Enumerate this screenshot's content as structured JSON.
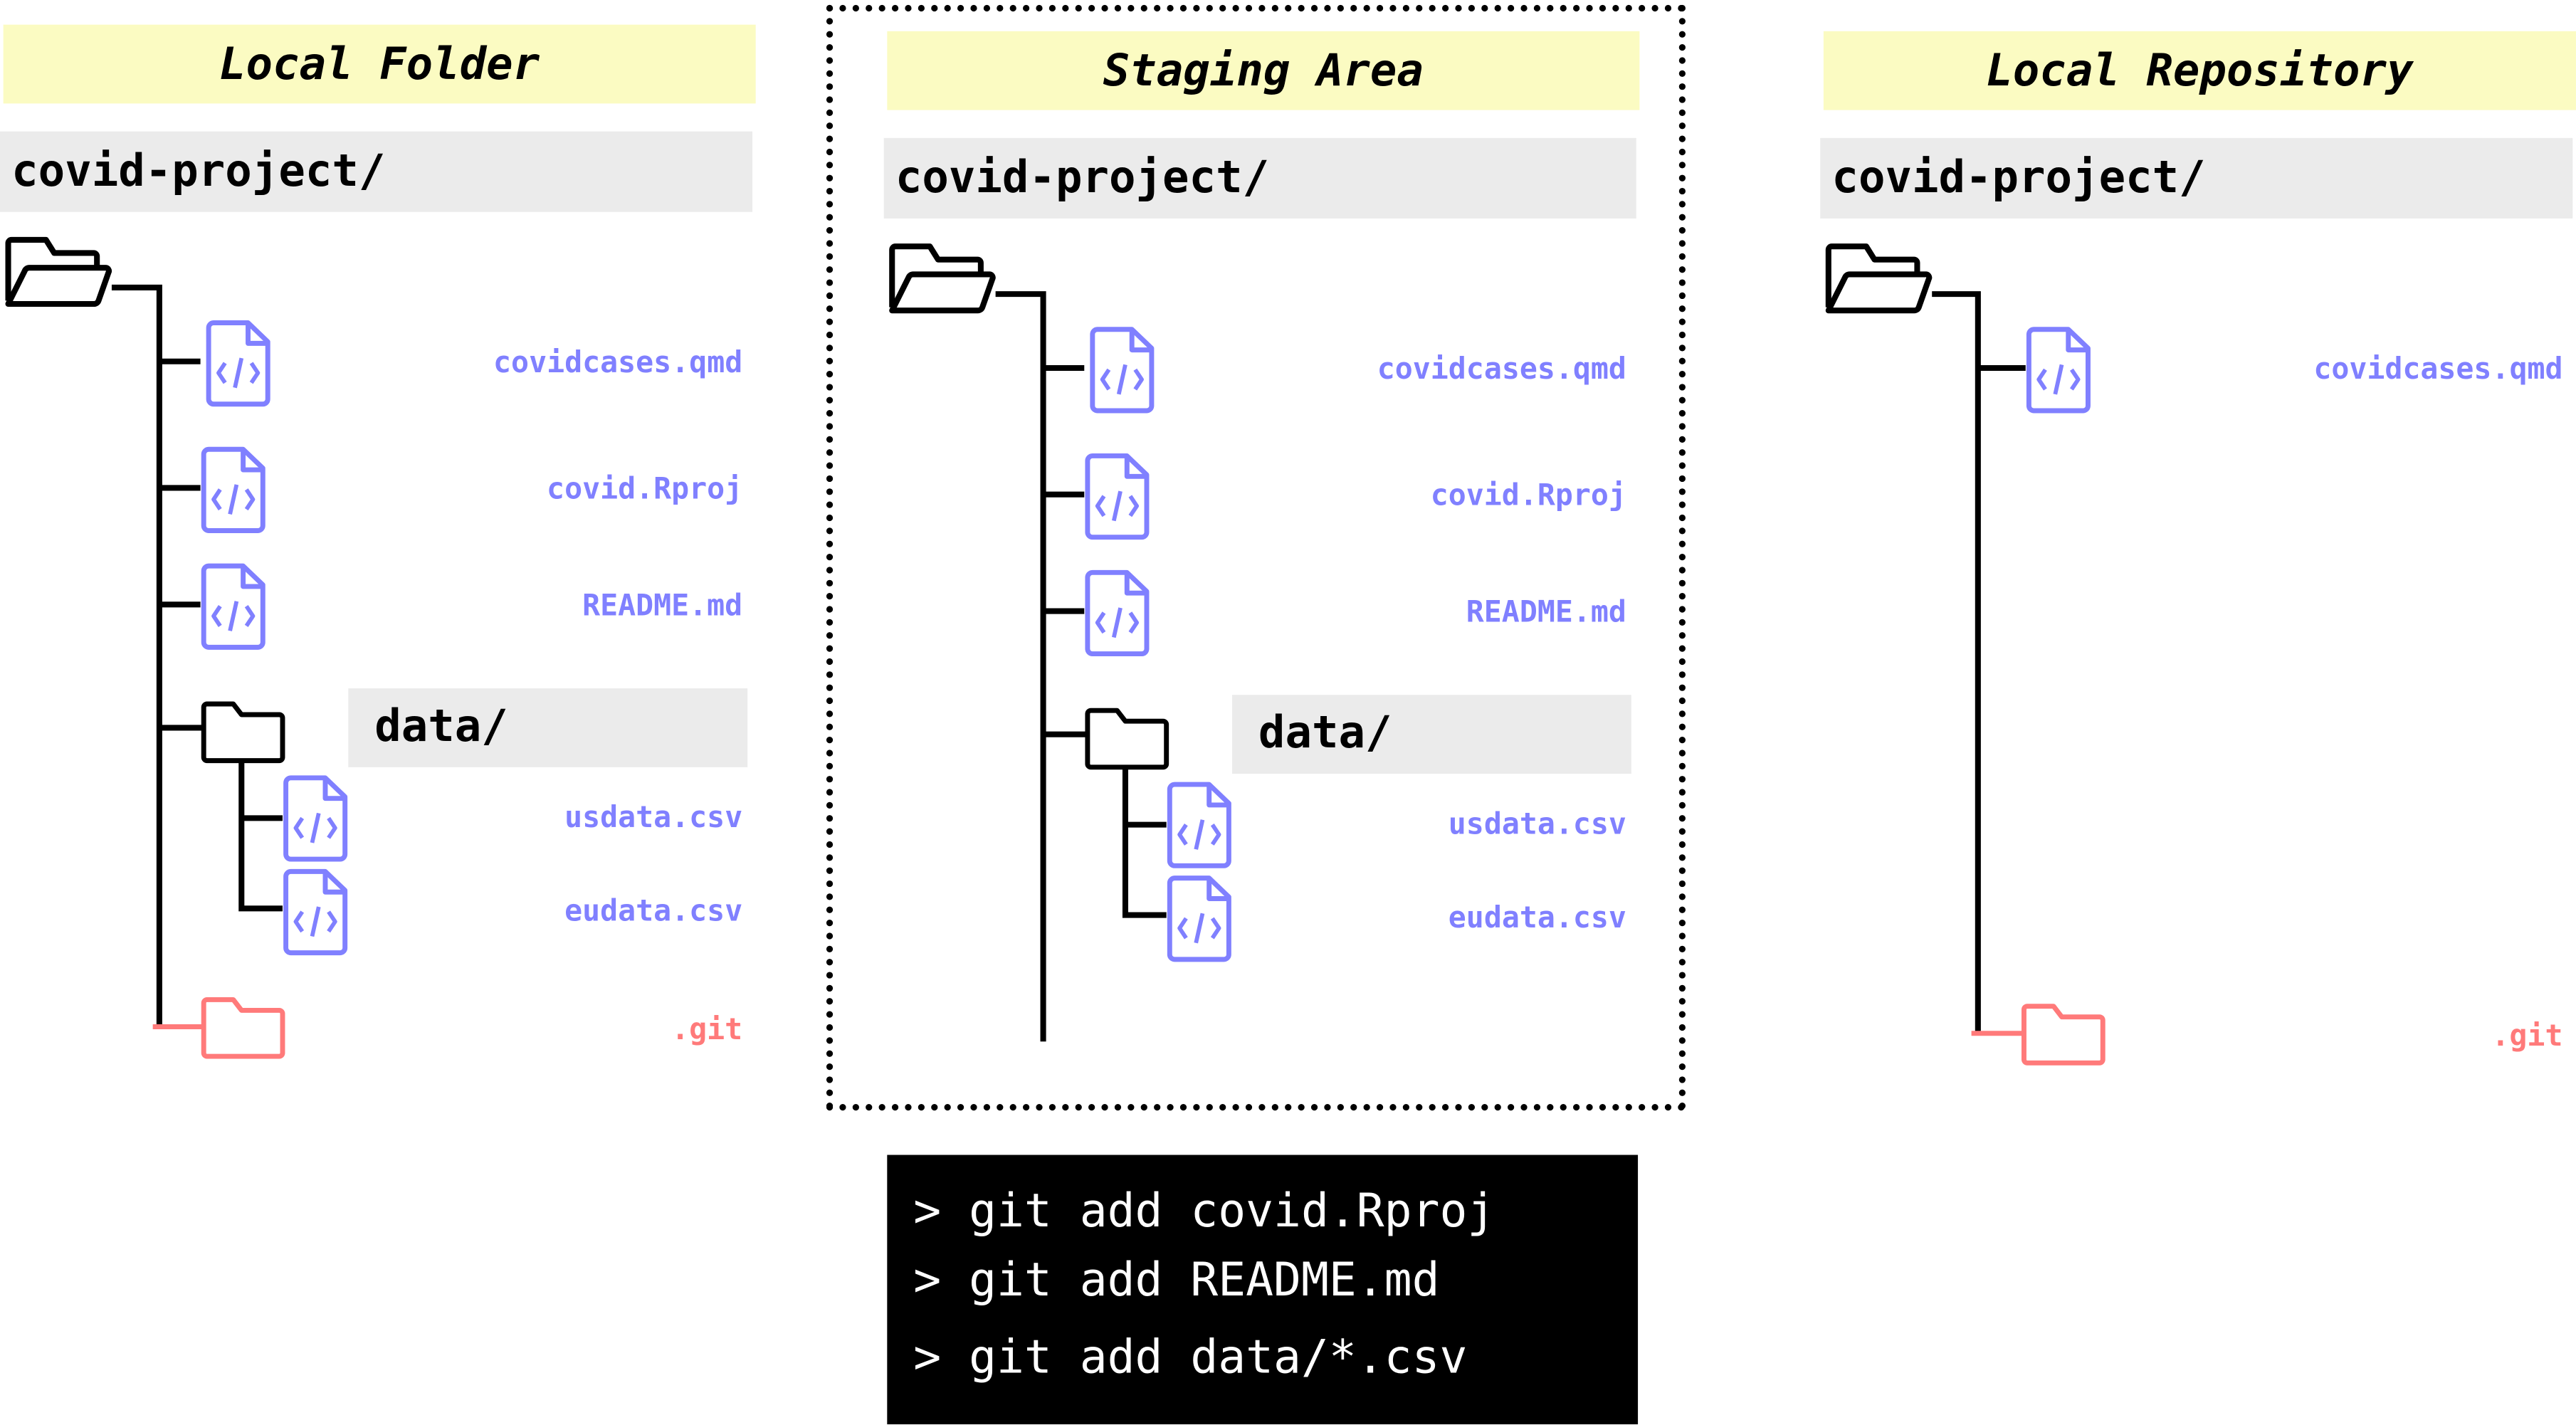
{
  "colors": {
    "file": "#8080ff",
    "git": "#ff7a7a",
    "header": "#fbfbc2",
    "bar": "#ebebeb"
  },
  "panels": [
    {
      "title": "Local Folder",
      "root": "covid-project/",
      "subfolder": "data/",
      "files": [
        "covidcases.qmd",
        "covid.Rproj",
        "README.md"
      ],
      "subfiles": [
        "usdata.csv",
        "eudata.csv"
      ],
      "git": ".git"
    },
    {
      "title": "Staging Area",
      "root": "covid-project/",
      "subfolder": "data/",
      "files": [
        "covidcases.qmd",
        "covid.Rproj",
        "README.md"
      ],
      "subfiles": [
        "usdata.csv",
        "eudata.csv"
      ]
    },
    {
      "title": "Local Repository",
      "root": "covid-project/",
      "files": [
        "covidcases.qmd"
      ],
      "git": ".git"
    }
  ],
  "terminal": {
    "prompt": ">",
    "commands": [
      "git add covid.Rproj",
      "git add README.md",
      "git add data/*.csv"
    ]
  }
}
